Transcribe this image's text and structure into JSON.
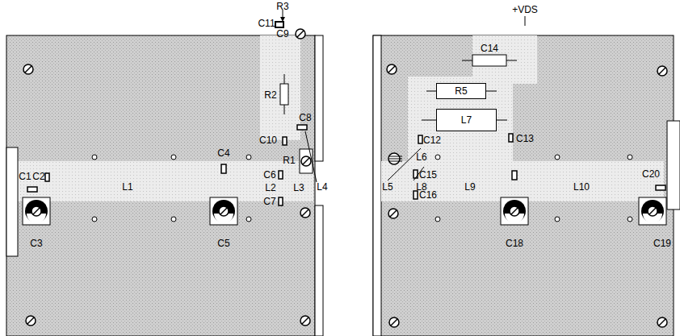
{
  "diagram": {
    "nodes": [
      {
        "text": [
          "R5"
        ]
      },
      {
        "text": [
          "L7"
        ]
      }
    ],
    "labels": [
      "R3",
      "C11",
      "C9",
      "R2",
      "C8",
      "C10",
      "R1",
      "C1",
      "C2",
      "L1",
      "C4",
      "C6",
      "L2",
      "L3",
      "L4",
      "C7",
      "C3",
      "C5",
      "+VDS",
      "C14",
      "C13",
      "C12",
      "L6",
      "L5",
      "L8",
      "C15",
      "C16",
      "L9",
      "L10",
      "C20",
      "C18",
      "C19"
    ]
  }
}
